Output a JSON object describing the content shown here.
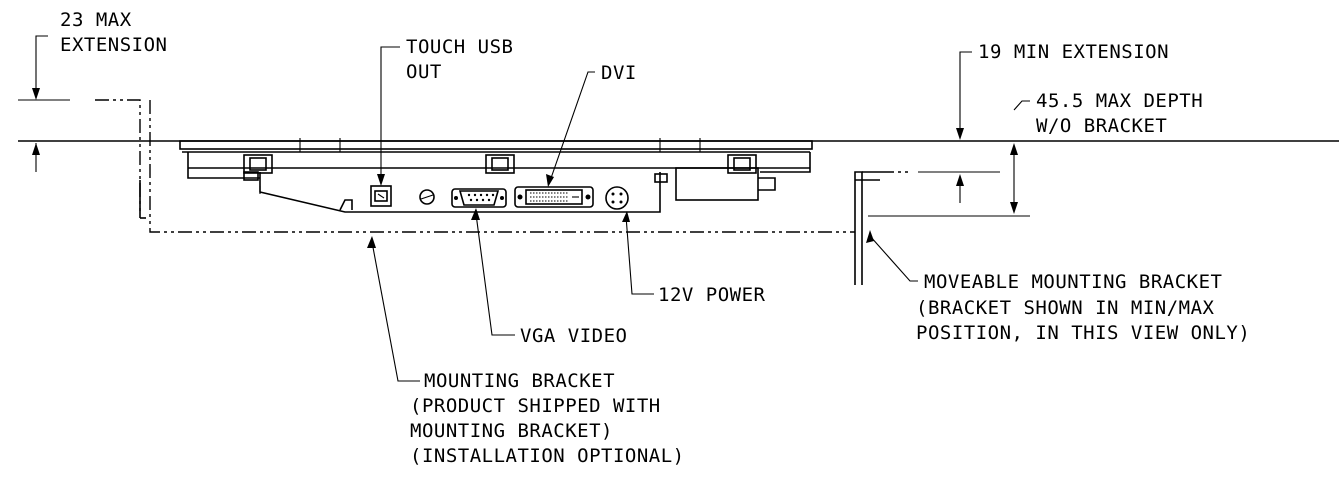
{
  "labels": {
    "max_extension": [
      "23 MAX",
      "EXTENSION"
    ],
    "touch_usb": [
      "TOUCH USB",
      "OUT"
    ],
    "dvi": "DVI",
    "min_extension": "19 MIN EXTENSION",
    "max_depth": [
      "45.5 MAX DEPTH",
      "W/O BRACKET"
    ],
    "moveable_bracket": [
      "MOVEABLE MOUNTING BRACKET",
      "(BRACKET SHOWN IN MIN/MAX",
      "POSITION, IN THIS VIEW ONLY)"
    ],
    "power": "12V POWER",
    "vga": "VGA VIDEO",
    "mounting_bracket": [
      "MOUNTING BRACKET",
      "(PRODUCT SHIPPED WITH",
      "MOUNTING BRACKET)",
      "(INSTALLATION OPTIONAL)"
    ]
  },
  "colors": {
    "line": "#000000",
    "background": "#ffffff"
  },
  "icons": [
    "usb-port-icon",
    "vga-port-icon",
    "dvi-port-icon",
    "power-connector-icon",
    "screw-icon"
  ]
}
